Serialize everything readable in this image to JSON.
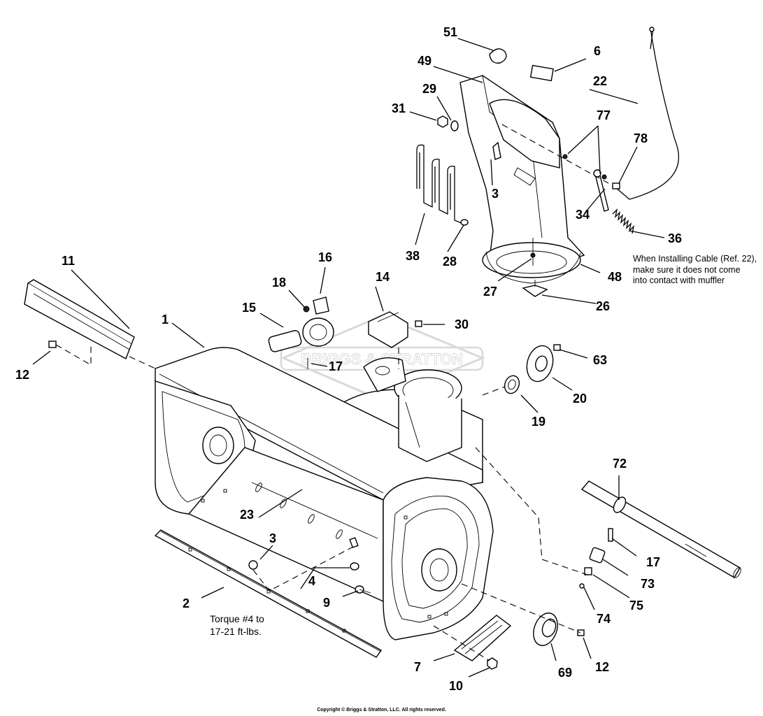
{
  "diagram": {
    "watermark": "BRIGGS & STRATTON",
    "callouts": {
      "c1": "1",
      "c2": "2",
      "c3a": "3",
      "c3b": "3",
      "c4": "4",
      "c6": "6",
      "c7": "7",
      "c9": "9",
      "c10": "10",
      "c11": "11",
      "c12a": "12",
      "c12b": "12",
      "c14": "14",
      "c15": "15",
      "c16": "16",
      "c17a": "17",
      "c17b": "17",
      "c18": "18",
      "c19": "19",
      "c20": "20",
      "c22": "22",
      "c23": "23",
      "c26": "26",
      "c27": "27",
      "c28": "28",
      "c29": "29",
      "c30": "30",
      "c31": "31",
      "c34": "34",
      "c36": "36",
      "c38": "38",
      "c48": "48",
      "c49": "49",
      "c51": "51",
      "c63": "63",
      "c69": "69",
      "c72": "72",
      "c73": "73",
      "c74": "74",
      "c75": "75",
      "c77": "77",
      "c78": "78"
    },
    "cable_note": {
      "line1": "When Installing Cable (Ref. 22),",
      "line2": "make sure it does not come",
      "line3": "into contact with muffler"
    },
    "torque_note": {
      "line1": "Torque #4 to",
      "line2": "17-21 ft-lbs."
    },
    "copyright": "Copyright © Briggs & Stratton, LLC. All rights reserved."
  }
}
